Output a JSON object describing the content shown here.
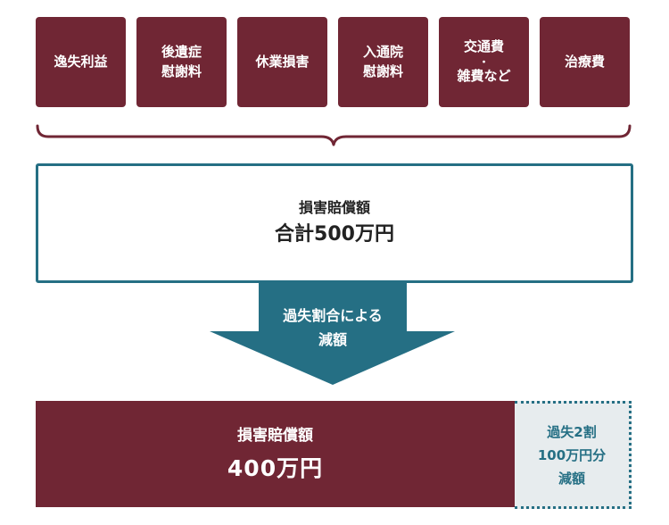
{
  "colors": {
    "maroon": "#702634",
    "teal": "#256F84",
    "reduction_bg": "#E7ECEE"
  },
  "categories": [
    {
      "line1": "逸失利益"
    },
    {
      "line1": "後遺症",
      "line2": "慰謝料"
    },
    {
      "line1": "休業損害"
    },
    {
      "line1": "入通院",
      "line2": "慰謝料"
    },
    {
      "line1": "交通費",
      "dot": "・",
      "line2": "雑費など"
    },
    {
      "line1": "治療費"
    }
  ],
  "total": {
    "label": "損害賠償額",
    "value": "合計500万円"
  },
  "arrow": {
    "line1": "過失割合による",
    "line2": "減額"
  },
  "result": {
    "label": "損害賠償額",
    "value": "400万円"
  },
  "reduction": {
    "line1": "過失2割",
    "line2": "100万円分",
    "line3": "減額"
  }
}
